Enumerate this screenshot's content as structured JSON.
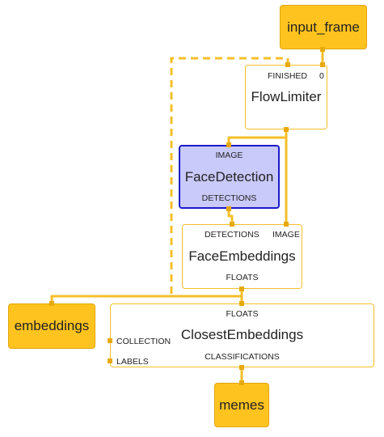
{
  "nodes": {
    "input_frame": {
      "label": "input_frame"
    },
    "flow_limiter": {
      "label": "FlowLimiter",
      "port_finished": "FINISHED",
      "port_zero": "0"
    },
    "face_detection": {
      "label": "FaceDetection",
      "port_image": "IMAGE",
      "port_detections": "DETECTIONS"
    },
    "face_embeddings": {
      "label": "FaceEmbeddings",
      "port_detections": "DETECTIONS",
      "port_image": "IMAGE",
      "port_floats": "FLOATS"
    },
    "embeddings": {
      "label": "embeddings"
    },
    "closest_embeddings": {
      "label": "ClosestEmbeddings",
      "port_floats": "FLOATS",
      "port_collection": "COLLECTION",
      "port_labels": "LABELS",
      "port_classifications": "CLASSIFICATIONS"
    },
    "memes": {
      "label": "memes"
    }
  },
  "colors": {
    "io_fill": "#ffc31f",
    "edge": "#f5bf2a",
    "port": "#e7a90c",
    "selected_fill": "#c9c9fa",
    "selected_border": "#1a1ac8"
  }
}
